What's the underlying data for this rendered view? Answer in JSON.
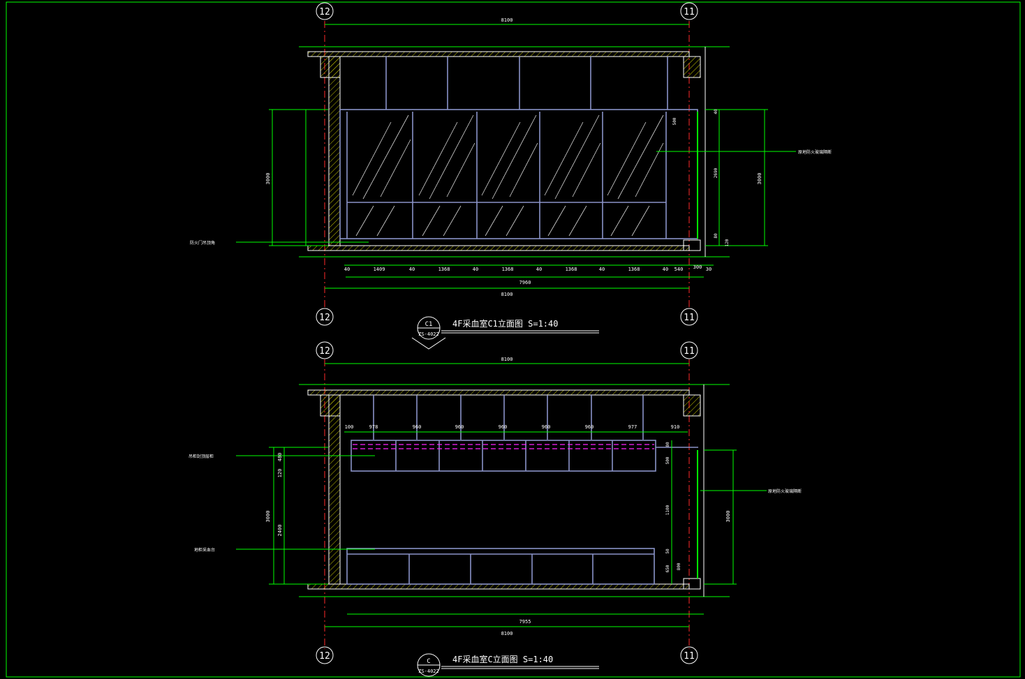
{
  "elevations": [
    {
      "id": "C1",
      "title": "4F采血室C1立面图 S=1:40",
      "section_mark": "C1",
      "sheet_ref": "ZS-4022",
      "grid_left": "12",
      "grid_right": "11",
      "dim_top": "8100",
      "dim_bottom_total": "8100",
      "dim_glass_total": "7960",
      "dim_bottom_chain": [
        "40",
        "1409",
        "40",
        "1368",
        "40",
        "1368",
        "40",
        "1368",
        "40",
        "1368",
        "40",
        "540",
        "300",
        "30"
      ],
      "dim_left_height": "3000",
      "dim_right_height": "3000",
      "dim_right_chain": [
        "40",
        "500",
        "2690",
        "80",
        "120"
      ],
      "note_left": "防火门吊顶角",
      "note_right": "原地防火玻璃隔断"
    },
    {
      "id": "C",
      "title": "4F采血室C立面图 S=1:40",
      "section_mark": "C",
      "sheet_ref": "ZS-4022",
      "grid_left": "12",
      "grid_right": "11",
      "dim_top": "8100",
      "dim_bottom_total": "8100",
      "dim_counter_total": "7955",
      "dim_cabinet_chain": [
        "100",
        "978",
        "960",
        "960",
        "960",
        "960",
        "960",
        "977",
        "910"
      ],
      "dim_left_height": "3000",
      "dim_left_sub": "2400",
      "dim_left_chain": [
        "120",
        "480"
      ],
      "dim_right_height": "3000",
      "dim_right_chain": [
        "80",
        "500",
        "1100",
        "50",
        "650",
        "800"
      ],
      "note_upper": "吊柜封顶层柜",
      "note_lower": "地柜采血台",
      "note_right": "原地防火玻璃隔断"
    }
  ]
}
